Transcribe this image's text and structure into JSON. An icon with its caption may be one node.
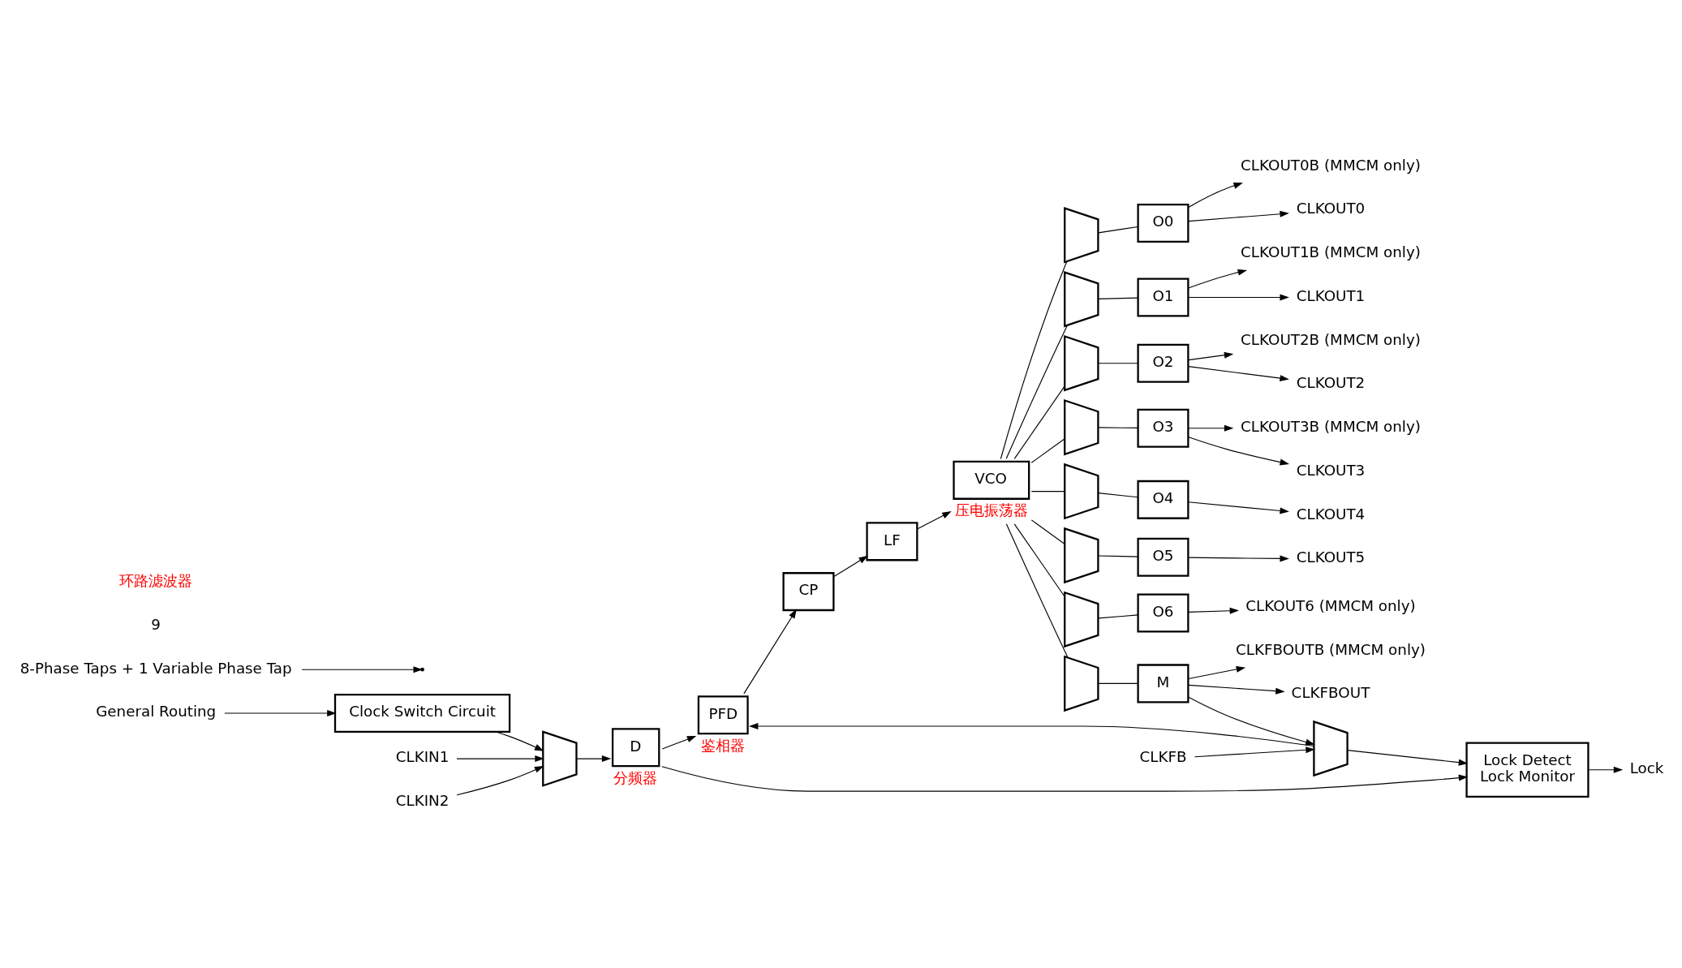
{
  "diagram": {
    "nodes": [
      {
        "text": [
          "General Routing"
        ]
      },
      {
        "text": [
          "Clock Switch Circuit"
        ]
      },
      {
        "text": [
          "CLKIN1"
        ]
      },
      {
        "text": [
          "CLKIN2"
        ]
      },
      {
        "text": [],
        "shape": "trapezoid"
      },
      {
        "text": [
          "D"
        ],
        "beside": [
          "分频器"
        ]
      },
      {
        "text": [
          "Lock Detect",
          "Lock Monitor"
        ]
      },
      {
        "text": [
          "Lock"
        ]
      },
      {
        "text": [
          "PFD"
        ],
        "beside": [
          "鉴相器"
        ]
      },
      {
        "text": [
          "CP"
        ]
      },
      {
        "text": [
          "LF"
        ]
      },
      {
        "text": [
          "VCO"
        ],
        "beside": [
          "压电振荡器"
        ]
      },
      {
        "text": [
          "CLKFB"
        ]
      },
      {
        "text": [],
        "shape": "trapezoid"
      },
      {
        "text": [],
        "shape": "trapezoid"
      },
      {
        "text": [],
        "shape": "trapezoid"
      },
      {
        "text": [],
        "shape": "trapezoid"
      },
      {
        "text": [],
        "shape": "trapezoid"
      },
      {
        "text": [],
        "shape": "trapezoid"
      },
      {
        "text": [],
        "shape": "trapezoid"
      },
      {
        "text": [],
        "shape": "trapezoid"
      },
      {
        "text": [],
        "shape": "trapezoid"
      },
      {
        "text": [
          "O0"
        ]
      },
      {
        "text": [
          "O1"
        ]
      },
      {
        "text": [
          "O2"
        ]
      },
      {
        "text": [
          "O3"
        ]
      },
      {
        "text": [
          "O4"
        ]
      },
      {
        "text": [
          "O5"
        ]
      },
      {
        "text": [
          "O6"
        ]
      },
      {
        "text": [
          "M"
        ]
      },
      {
        "text": [
          "CLKOUT0"
        ]
      },
      {
        "text": [
          "CLKOUT0B (MMCM only)"
        ]
      },
      {
        "text": [
          "CLKOUT1"
        ]
      },
      {
        "text": [
          "CLKOUT1B (MMCM only)"
        ]
      },
      {
        "text": [
          "CLKOUT2"
        ]
      },
      {
        "text": [
          "CLKOUT2B (MMCM only)"
        ]
      },
      {
        "text": [
          "CLKOUT3"
        ]
      },
      {
        "text": [
          "CLKOUT3B (MMCM only)"
        ]
      },
      {
        "text": [
          "CLKOUT4"
        ]
      },
      {
        "text": [
          "CLKOUT5"
        ]
      },
      {
        "text": [
          "CLKOUT6 (MMCM only)"
        ]
      },
      {
        "text": [
          "CLKFBOUT"
        ]
      },
      {
        "text": [
          "CLKFBOUTB (MMCM only)"
        ]
      },
      {
        "text": [
          "8-Phase Taps + 1 Variable Phase Tap"
        ]
      }
    ],
    "edges": [
      {
        "from": 0,
        "to": 1,
        "arrow": "to"
      },
      {
        "from": 1,
        "to": 4,
        "arrow": "to"
      },
      {
        "from": 2,
        "to": 4,
        "arrow": "to"
      },
      {
        "from": 3,
        "to": 4,
        "arrow": "to"
      },
      {
        "from": 4,
        "to": 5,
        "arrow": "to"
      },
      {
        "from": 5,
        "to": 6,
        "arrow": "to"
      },
      {
        "from": 5,
        "to": 8,
        "arrow": "to"
      },
      {
        "from": 13,
        "to": 6,
        "arrow": "to"
      },
      {
        "from": 13,
        "to": 8,
        "arrow": "to"
      },
      {
        "from": 6,
        "to": 7,
        "arrow": "to"
      },
      {
        "from": 8,
        "to": 9,
        "arrow": "to"
      },
      {
        "from": 9,
        "to": 10,
        "arrow": "to"
      },
      {
        "from": 10,
        "to": 11,
        "arrow": "to"
      },
      {
        "from": 11,
        "to": 14,
        "arrow": "none"
      },
      {
        "from": 11,
        "to": 15,
        "arrow": "none"
      },
      {
        "from": 11,
        "to": 16,
        "arrow": "none"
      },
      {
        "from": 11,
        "to": 17,
        "arrow": "none"
      },
      {
        "from": 11,
        "to": 18,
        "arrow": "none"
      },
      {
        "from": 11,
        "to": 19,
        "arrow": "none"
      },
      {
        "from": 11,
        "to": 20,
        "arrow": "none"
      },
      {
        "from": 11,
        "to": 21,
        "arrow": "none"
      },
      {
        "from": 14,
        "to": 22,
        "arrow": "none"
      },
      {
        "from": 15,
        "to": 23,
        "arrow": "none"
      },
      {
        "from": 16,
        "to": 24,
        "arrow": "none"
      },
      {
        "from": 17,
        "to": 25,
        "arrow": "none"
      },
      {
        "from": 18,
        "to": 26,
        "arrow": "none"
      },
      {
        "from": 19,
        "to": 27,
        "arrow": "none"
      },
      {
        "from": 20,
        "to": 28,
        "arrow": "none"
      },
      {
        "from": 21,
        "to": 29,
        "arrow": "none"
      },
      {
        "from": 22,
        "to": 30,
        "arrow": "to"
      },
      {
        "from": 22,
        "to": 31,
        "arrow": "to"
      },
      {
        "from": 23,
        "to": 32,
        "arrow": "to"
      },
      {
        "from": 23,
        "to": 33,
        "arrow": "to"
      },
      {
        "from": 24,
        "to": 34,
        "arrow": "to"
      },
      {
        "from": 24,
        "to": 35,
        "arrow": "to"
      },
      {
        "from": 25,
        "to": 36,
        "arrow": "to"
      },
      {
        "from": 25,
        "to": 37,
        "arrow": "to"
      },
      {
        "from": 26,
        "to": 38,
        "arrow": "to"
      },
      {
        "from": 27,
        "to": 39,
        "arrow": "to"
      },
      {
        "from": 28,
        "to": 40,
        "arrow": "to"
      },
      {
        "from": 29,
        "to": 41,
        "arrow": "to"
      },
      {
        "from": 29,
        "to": 42,
        "arrow": "to"
      },
      {
        "from": 12,
        "to": 13,
        "arrow": "to"
      },
      {
        "from": 29,
        "to": 13,
        "arrow": "to"
      },
      {
        "from": 43,
        "to": null,
        "arrow": "to"
      }
    ],
    "labels": [
      "9",
      "环路滤波器"
    ]
  }
}
